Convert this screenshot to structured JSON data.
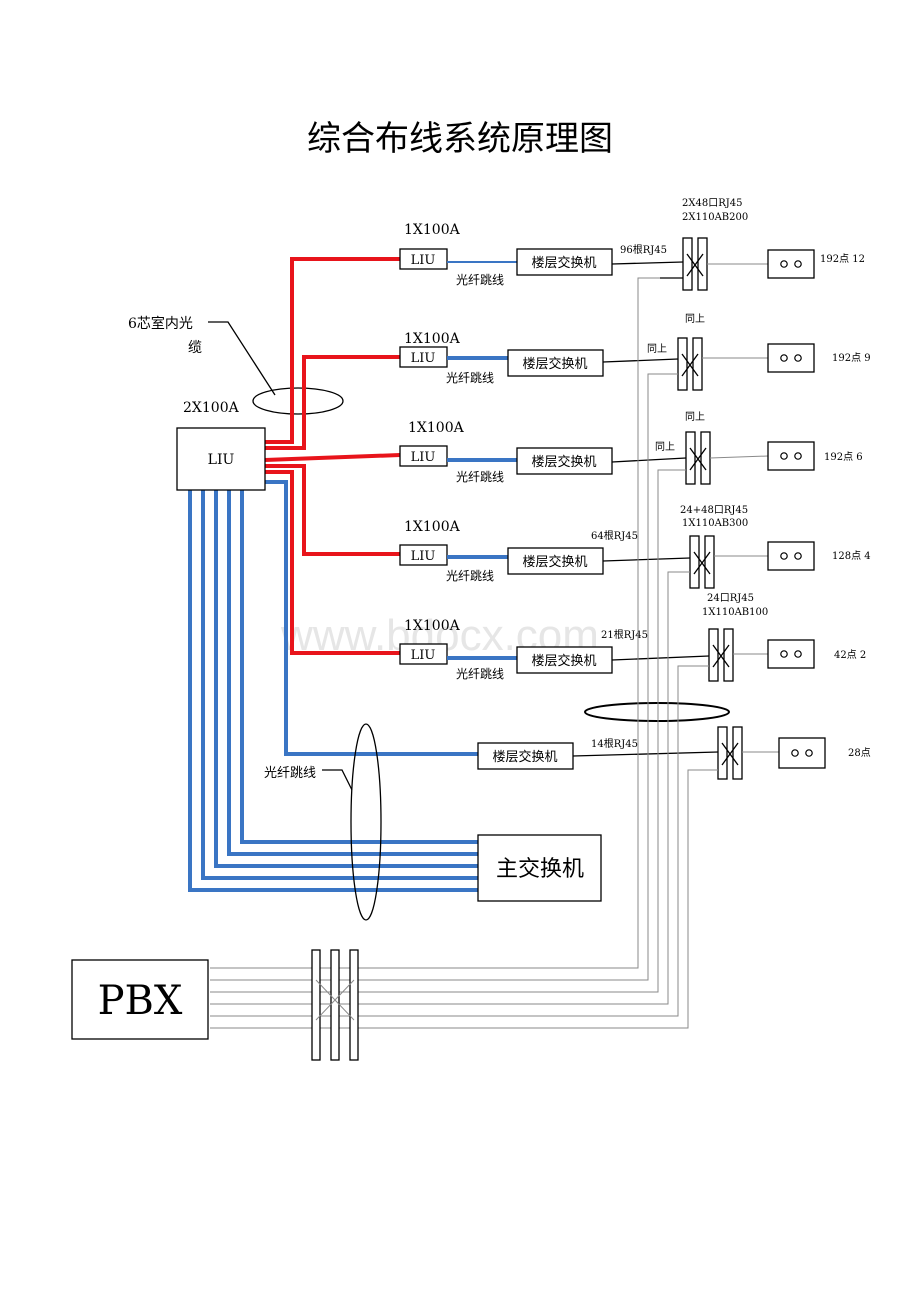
{
  "title": "综合布线系统原理图",
  "watermark": "www.bdocx.com",
  "cable_label": {
    "line1": "6芯室内光",
    "line2": "缆"
  },
  "main_liu": {
    "caption": "2X100A",
    "label": "LIU"
  },
  "branches": [
    {
      "caption": "1X100A",
      "liu": "LIU",
      "jumper": "光纤跳线",
      "switch": "楼层交换机",
      "cable": "96根RJ45",
      "panel_note": "2X48口RJ45",
      "panel_note2": "2X110AB200",
      "points": "192点  12"
    },
    {
      "caption": "1X100A",
      "liu": "LIU",
      "jumper": "光纤跳线",
      "switch": "楼层交换机",
      "cable": "同上",
      "panel_note": "同上",
      "panel_note2": "",
      "points": "192点 9"
    },
    {
      "caption": "1X100A",
      "liu": "LIU",
      "jumper": "光纤跳线",
      "switch": "楼层交换机",
      "cable": "同上",
      "panel_note": "同上",
      "panel_note2": "",
      "points": "192点   6"
    },
    {
      "caption": "1X100A",
      "liu": "LIU",
      "jumper": "光纤跳线",
      "switch": "楼层交换机",
      "cable": "64根RJ45",
      "panel_note": "24+48口RJ45",
      "panel_note2": "1X110AB300",
      "points": "128点 4"
    },
    {
      "caption": "1X100A",
      "liu": "LIU",
      "jumper": "光纤跳线",
      "switch": "楼层交换机",
      "cable": "21根RJ45",
      "panel_note": "24口RJ45",
      "panel_note2": "1X110AB100",
      "points": "42点  2"
    }
  ],
  "direct_branch": {
    "switch": "楼层交换机",
    "cable": "14根RJ45",
    "points": "28点"
  },
  "main_switch_jumper": "光纤跳线",
  "main_switch": "主交换机",
  "pbx": "PBX",
  "colors": {
    "fiber_outdoor": "#e8141b",
    "fiber_jumper": "#3a75c4",
    "copper": "#000000",
    "voice": "#8a8a8a"
  }
}
